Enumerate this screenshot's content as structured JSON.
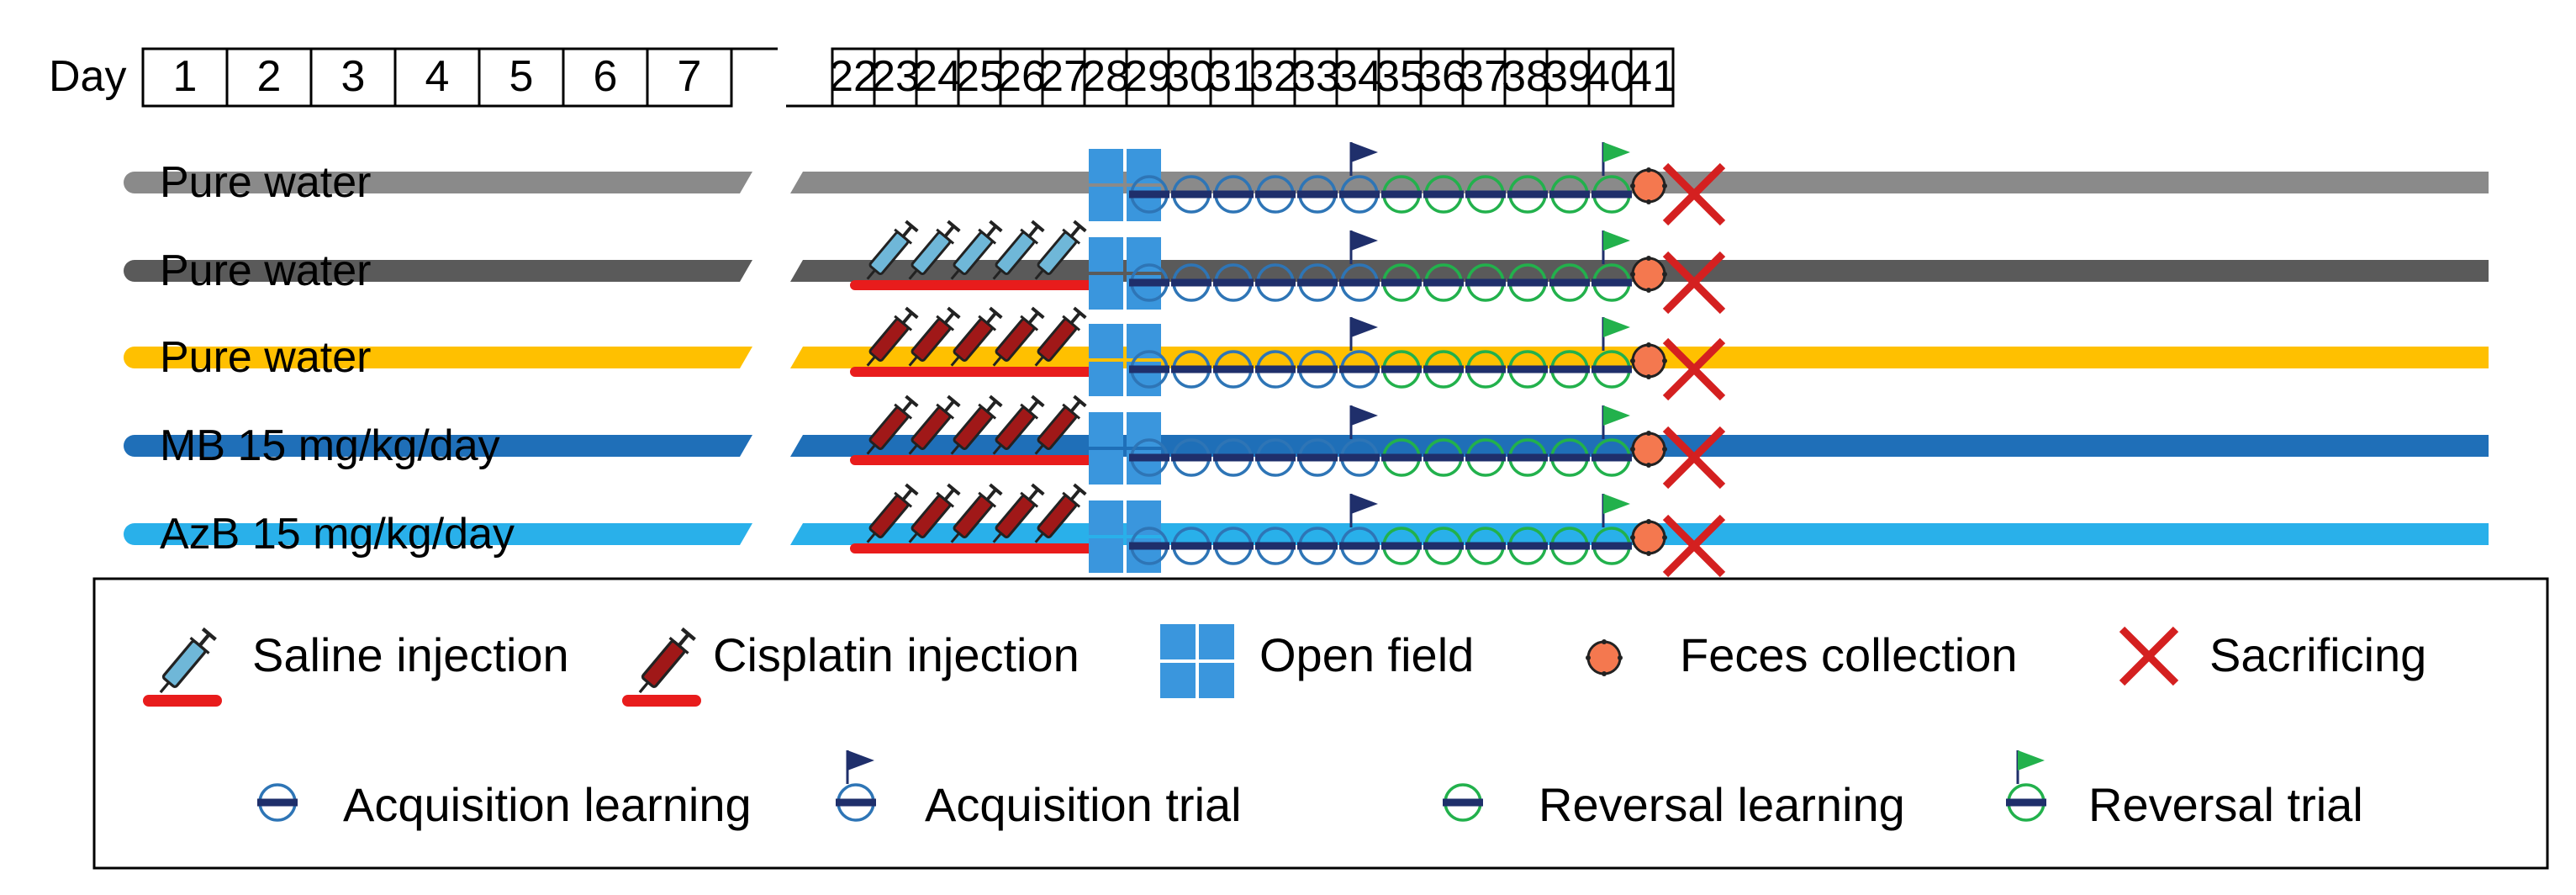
{
  "day_axis": {
    "label": "Day",
    "early_days": [
      "1",
      "2",
      "3",
      "4",
      "5",
      "6",
      "7"
    ],
    "late_days": [
      "22",
      "23",
      "24",
      "25",
      "26",
      "27",
      "28",
      "29",
      "30",
      "31",
      "32",
      "33",
      "34",
      "35",
      "36",
      "37",
      "38",
      "39",
      "40",
      "41"
    ]
  },
  "groups": [
    {
      "label": "Pure water",
      "color": "#8a8a8a",
      "injection": "none"
    },
    {
      "label": "Pure water",
      "color": "#5a5a5a",
      "injection": "saline"
    },
    {
      "label": "Pure water",
      "color": "#ffc000",
      "injection": "cisplatin"
    },
    {
      "label": "MB 15 mg/kg/day",
      "color": "#1f6fb8",
      "injection": "cisplatin"
    },
    {
      "label": "AzB 15 mg/kg/day",
      "color": "#29b0ea",
      "injection": "cisplatin"
    }
  ],
  "legend": {
    "saline": "Saline injection",
    "cisplatin": "Cisplatin injection",
    "open_field": "Open field",
    "feces": "Feces collection",
    "sacrifice": "Sacrificing",
    "acq_learning": "Acquisition learning",
    "acq_trial": "Acquisition trial",
    "rev_learning": "Reversal learning",
    "rev_trial": "Reversal trial"
  },
  "colors": {
    "acquisition": "#2e75b6",
    "reversal": "#22b14c",
    "trial_bar": "#1f2f6b",
    "injection_bar": "#e81c1c",
    "open_field": "#3a96dd",
    "feces": "#f4784f",
    "sacrifice": "#d42020",
    "saline_syringe": "#6fb7d8",
    "cisplatin_syringe": "#a01818"
  }
}
